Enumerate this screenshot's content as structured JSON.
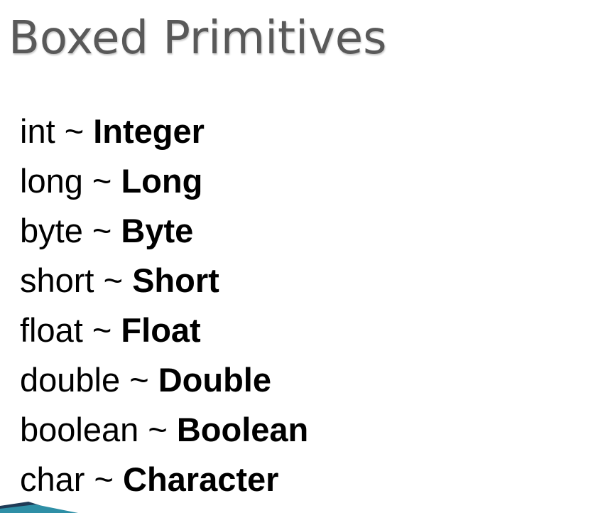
{
  "slide": {
    "title": "Boxed Primitives",
    "mappings": [
      {
        "primitive": "int",
        "separator": "~",
        "wrapper": "Integer"
      },
      {
        "primitive": "long",
        "separator": "~",
        "wrapper": "Long"
      },
      {
        "primitive": "byte",
        "separator": "~",
        "wrapper": "Byte"
      },
      {
        "primitive": "short",
        "separator": "~",
        "wrapper": "Short"
      },
      {
        "primitive": "float",
        "separator": "~",
        "wrapper": "Float"
      },
      {
        "primitive": "double",
        "separator": "~",
        "wrapper": "Double"
      },
      {
        "primitive": "boolean",
        "separator": "~",
        "wrapper": "Boolean"
      },
      {
        "primitive": "char",
        "separator": "~",
        "wrapper": "Character"
      }
    ]
  },
  "colors": {
    "title": "#595959",
    "body_text": "#000000",
    "accent_dark": "#1f3b57",
    "accent_teal": "#2e8fa6"
  }
}
